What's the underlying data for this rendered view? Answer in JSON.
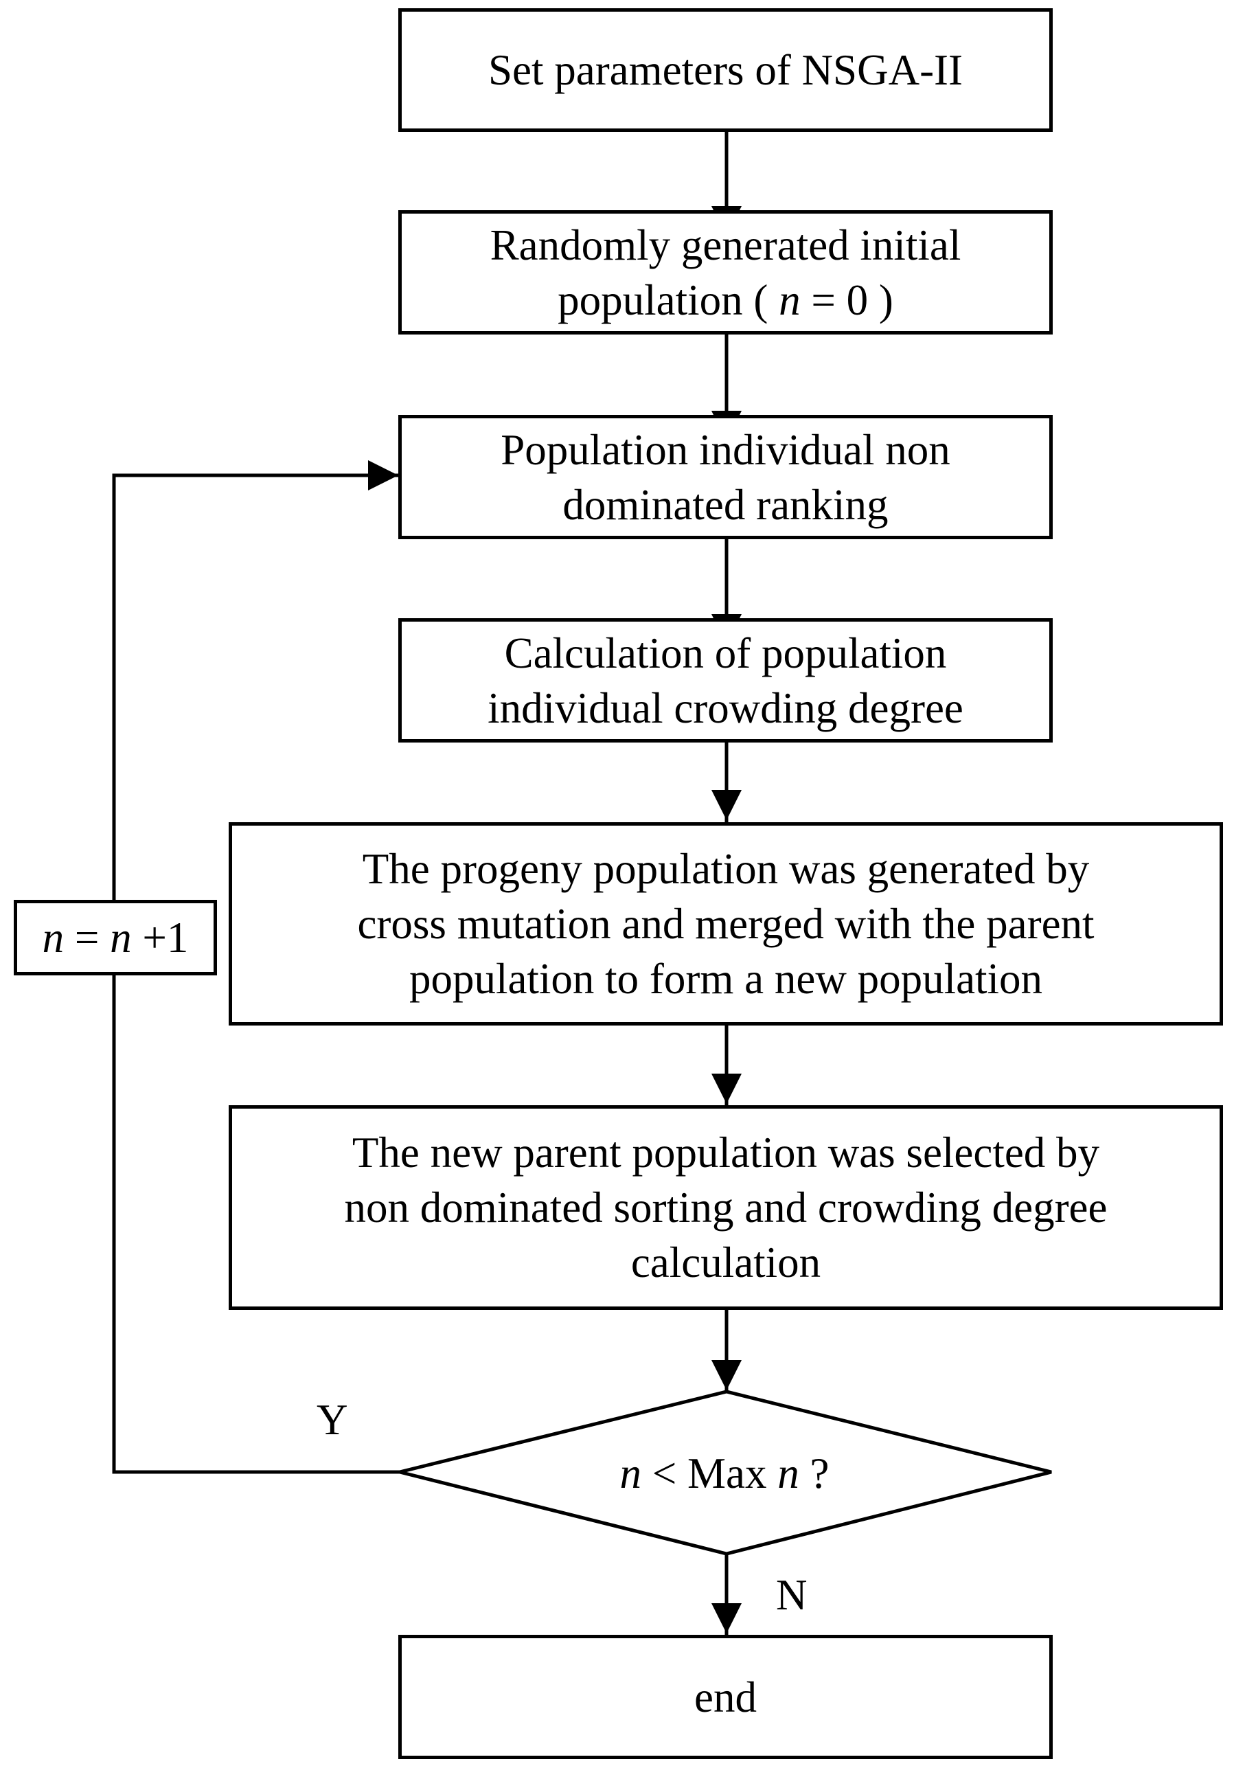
{
  "diagram": {
    "steps": [
      {
        "lines": [
          "Set parameters of NSGA-II"
        ]
      },
      {
        "lines": [
          "Randomly generated initial"
        ],
        "formula": {
          "prefix": "population ( ",
          "var": "n",
          "rest": " = 0 )"
        }
      },
      {
        "lines": [
          "Population individual non",
          "dominated ranking"
        ]
      },
      {
        "lines": [
          "Calculation of population",
          "individual crowding degree"
        ]
      },
      {
        "lines": [
          "The progeny population was generated by",
          "cross mutation and merged with the parent",
          "population to form a new population"
        ]
      },
      {
        "lines": [
          "The new parent population was selected by",
          "non dominated sorting and crowding degree",
          "calculation"
        ]
      }
    ],
    "decision": {
      "var_a": "n",
      "middle": " < Max ",
      "var_b": "n",
      "suffix": " ?"
    },
    "loop_counter": {
      "var_a": "n",
      "middle": " = ",
      "var_b": "n",
      "suffix": " +1"
    },
    "yes_label": "Y",
    "no_label": "N",
    "end_label": "end"
  }
}
